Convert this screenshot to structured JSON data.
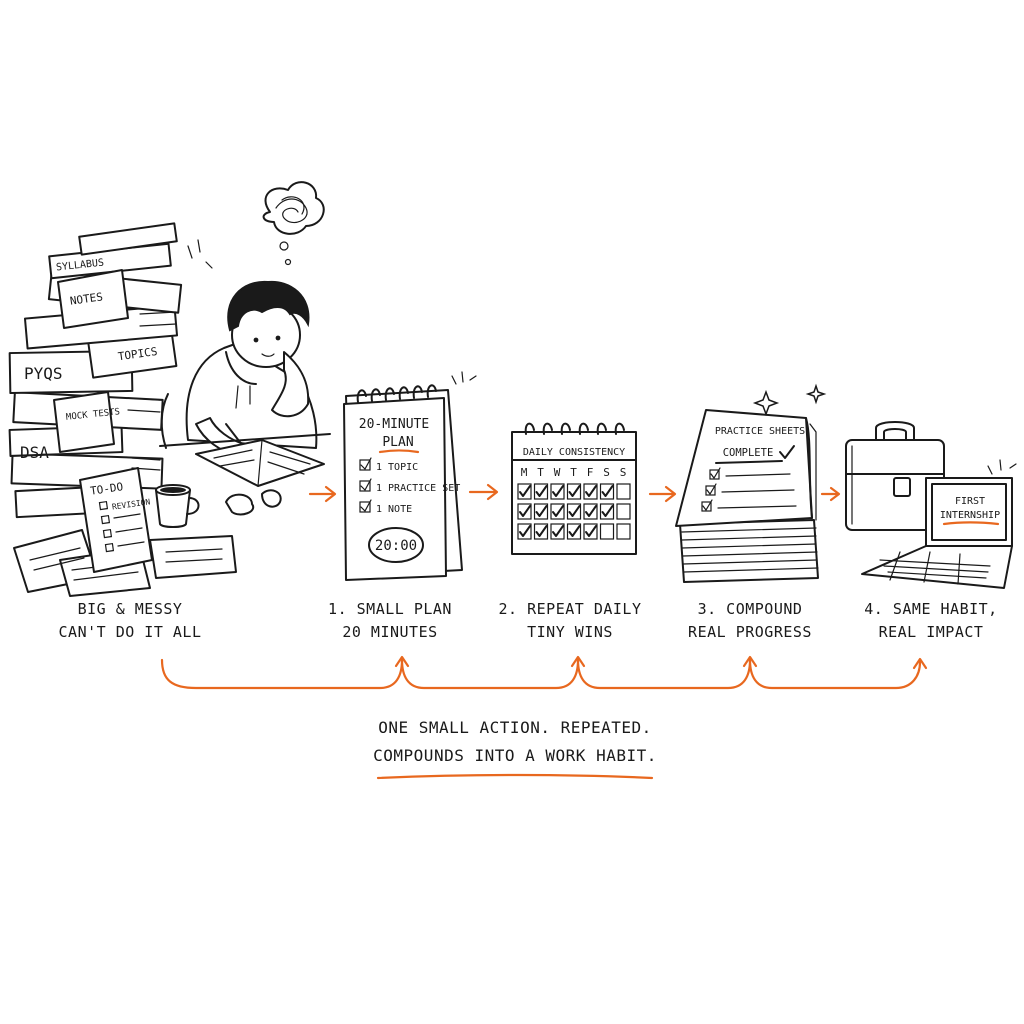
{
  "colors": {
    "accent": "#e8681f",
    "ink": "#1a1a1a",
    "background": "#ffffff"
  },
  "messy_stack": {
    "book_labels": [
      "SYLLABUS",
      "NOTES",
      "TOPICS",
      "PYQS",
      "MOCK TESTS",
      "DSA"
    ],
    "todo_title": "TO-DO",
    "todo_item": "REVISION"
  },
  "plan_card": {
    "title_line1": "20-MINUTE",
    "title_line2": "PLAN",
    "items": [
      "1 TOPIC",
      "1 PRACTICE SET",
      "1 NOTE"
    ],
    "timer": "20:00"
  },
  "calendar": {
    "title": "DAILY CONSISTENCY",
    "days": [
      "M",
      "T",
      "W",
      "T",
      "F",
      "S",
      "S"
    ]
  },
  "practice_sheets": {
    "title": "PRACTICE SHEETS",
    "subtitle": "COMPLETE"
  },
  "laptop": {
    "screen_line1": "FIRST",
    "screen_line2": "INTERNSHIP"
  },
  "steps": [
    {
      "line1": "BIG & MESSY",
      "line2": "CAN'T DO IT ALL"
    },
    {
      "line1": "1. SMALL PLAN",
      "line2": "20 MINUTES"
    },
    {
      "line1": "2. REPEAT DAILY",
      "line2": "TINY WINS"
    },
    {
      "line1": "3. COMPOUND",
      "line2": "REAL PROGRESS"
    },
    {
      "line1": "4. SAME HABIT,",
      "line2": "REAL IMPACT"
    }
  ],
  "tagline": {
    "line1": "ONE SMALL ACTION. REPEATED.",
    "line2": "COMPOUNDS INTO A WORK HABIT."
  },
  "icons": [
    "messy-books-icon",
    "student-icon",
    "calendar-pad-icon",
    "habit-calendar-icon",
    "practice-sheets-icon",
    "briefcase-icon",
    "laptop-icon",
    "orange-arrow-icon",
    "thought-scribble-icon",
    "coffee-mug-icon"
  ]
}
